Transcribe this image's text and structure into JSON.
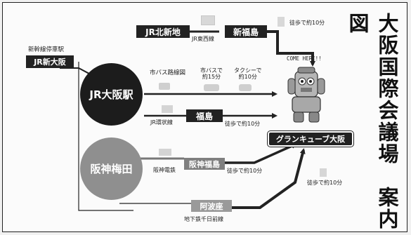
{
  "title": "大阪国際会議場　案内図",
  "stations": {
    "shinkansen_caption": "新幹線停車駅",
    "jr_shin_osaka": "JR新大阪",
    "jr_kitashinchi": "JR北新地",
    "jr_osaka": "JR大阪駅",
    "hanshin_umeda": "阪神梅田",
    "shin_fukushima": "新福島",
    "fukushima": "福島",
    "hanshin_fukushima": "阪神福島",
    "awaza": "阿波座",
    "destination": "グランキューブ大阪"
  },
  "routes": {
    "jr_tozai": "JR東西線",
    "city_bus_route": "市バス路線図",
    "city_bus_time": "市バスで\n約15分",
    "taxi_time": "タクシーで\n約10分",
    "jr_loop": "JR環状線",
    "hanshin_line": "阪神電鉄",
    "subway_sennichimae": "地下鉄千日前線",
    "walk_top": "徒歩で約10分",
    "walk_fukushima": "徒歩で約10分",
    "walk_hanshin": "徒歩で約10分",
    "walk_awaza": "徒歩で約10分"
  },
  "mascot": {
    "callout": "COME HERE!!"
  }
}
